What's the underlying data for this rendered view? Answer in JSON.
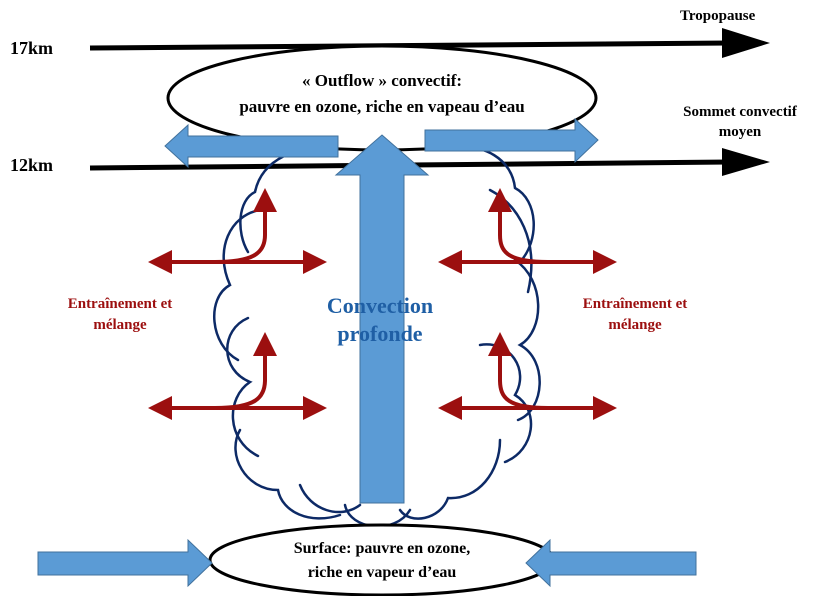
{
  "levels": {
    "tropopause_altitude": "17km",
    "tropopause_label": "Tropopause",
    "convective_altitude": "12km",
    "convective_label_line1": "Sommet convectif",
    "convective_label_line2": "moyen"
  },
  "outflow": {
    "line1": "« Outflow » convectif:",
    "line2": "pauvre en ozone, riche en vapeau d’eau"
  },
  "surface": {
    "line1": "Surface: pauvre en ozone,",
    "line2": "riche en vapeur d’eau"
  },
  "convection": {
    "line1": "Convection",
    "line2": "profonde"
  },
  "entrainment_left": {
    "line1": "Entraînement et",
    "line2": "mélange"
  },
  "entrainment_right": {
    "line1": "Entraînement et",
    "line2": "mélange"
  },
  "colors": {
    "blue_arrow": "#5b9bd5",
    "blue_arrow_edge": "#41719c",
    "red_arrow": "#9c0f0f",
    "cloud_outline": "#0d2a66",
    "text_blue": "#1f5fa5"
  }
}
